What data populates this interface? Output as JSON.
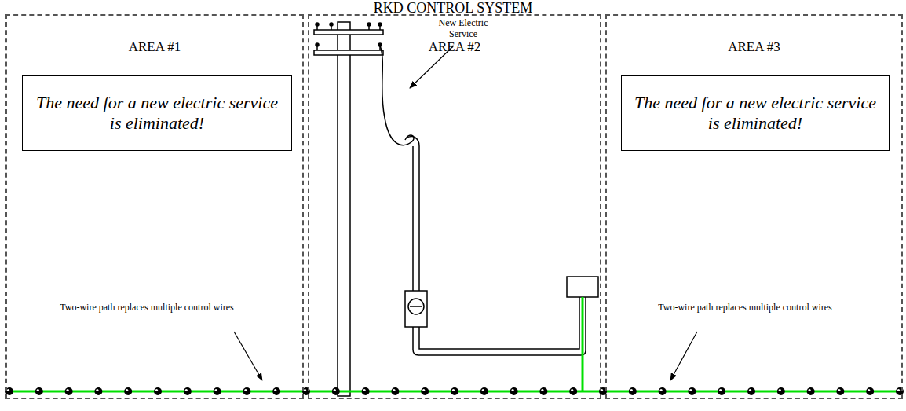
{
  "diagram": {
    "title": "RKD CONTROL SYSTEM",
    "nodes": [
      {
        "text": [
          "AREA #1"
        ]
      },
      {
        "text": [
          "The need for a new electric service is eliminated!"
        ],
        "in": 0
      },
      {
        "text": [
          "AREA #2"
        ]
      },
      {
        "text": [
          "AREA #3"
        ]
      },
      {
        "text": [
          "The need for a new electric service is eliminated!"
        ],
        "in": 3
      }
    ],
    "labels": [
      "New Electric Service",
      "Two-wire path replaces multiple control wires",
      "Two-wire path replaces multiple control wires"
    ]
  }
}
